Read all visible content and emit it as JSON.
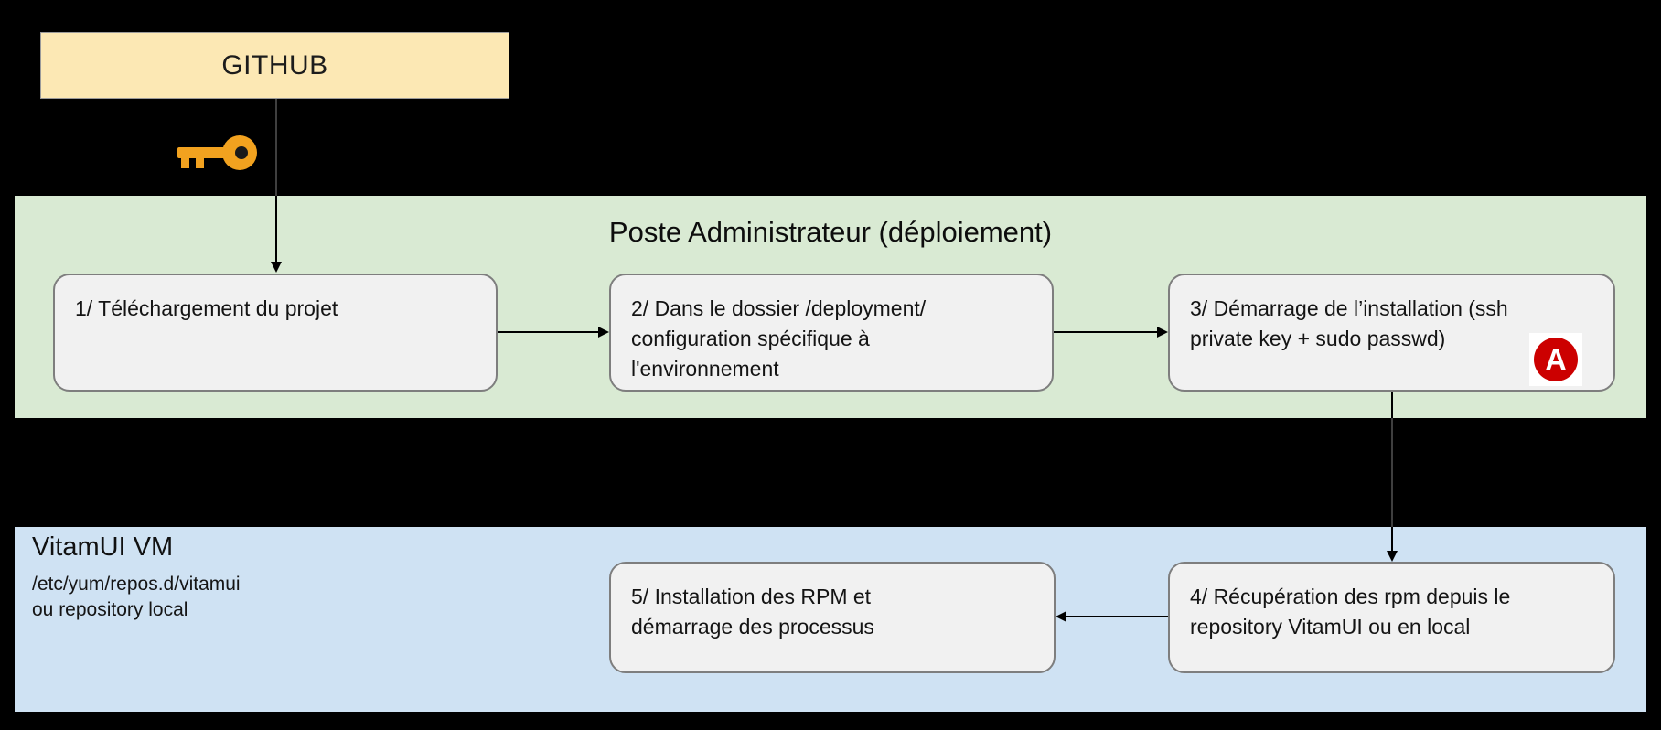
{
  "diagram": {
    "github": {
      "label": "GITHUB"
    },
    "admin_band": {
      "title": "Poste Administrateur (déploiement)",
      "steps": [
        {
          "lines": [
            "1/ Téléchargement du projet"
          ]
        },
        {
          "lines": [
            "2/ Dans le dossier /deployment/",
            "configuration spécifique à",
            "l'environnement"
          ]
        },
        {
          "lines": [
            "3/  Démarrage de l’installation  (ssh",
            "private key + sudo passwd)"
          ]
        }
      ]
    },
    "vm_band": {
      "title": "VitamUI VM",
      "subtitle_line1": "/etc/yum/repos.d/vitamui",
      "subtitle_line2": "ou repository local",
      "steps": [
        {
          "lines": [
            "4/  Récupération des rpm depuis le",
            "repository VitamUI ou en local"
          ]
        },
        {
          "lines": [
            "5/  Installation des RPM et",
            "démarrage des processus"
          ]
        }
      ]
    },
    "icons": {
      "key": "key-icon",
      "ansible": "ansible-logo"
    },
    "colors": {
      "background": "#000000",
      "github_fill": "#fce8b4",
      "admin_band_fill": "#d9ead3",
      "vm_band_fill": "#cfe2f3",
      "step_fill": "#f1f1f1",
      "step_border": "#7e7e7e",
      "ansible_red": "#cc0000",
      "key_orange": "#f2a21f"
    }
  }
}
